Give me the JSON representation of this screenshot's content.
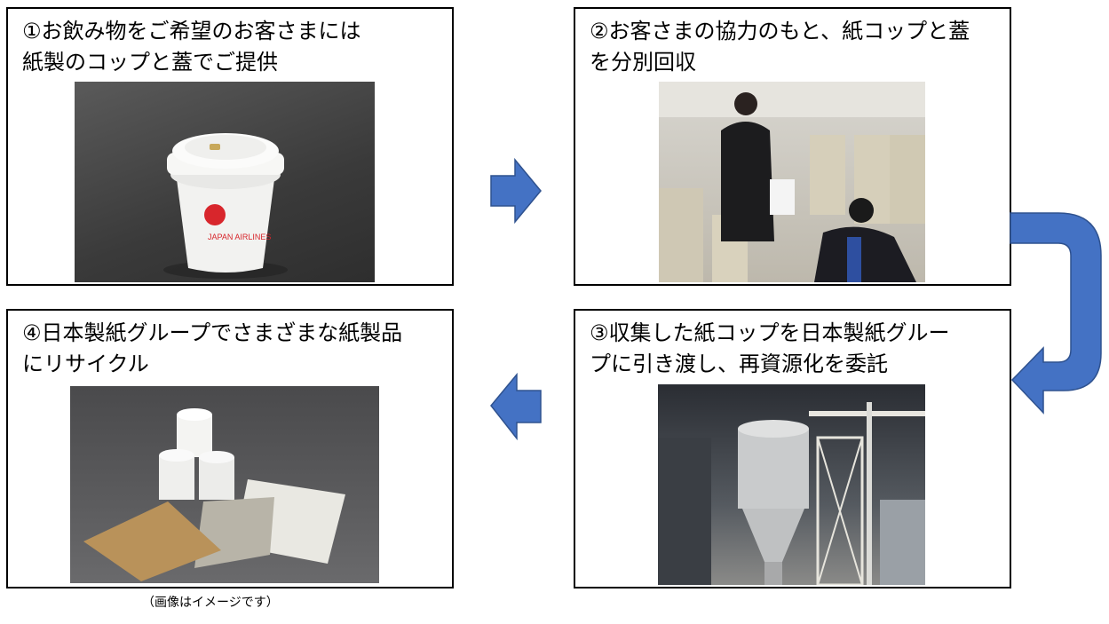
{
  "steps": [
    {
      "title": "①お飲み物をご希望のお客さまには\n紙製のコップと蓋でご提供",
      "photo": "paper-cup-with-lid"
    },
    {
      "title": "②お客さまの協力のもと、紙コップと蓋\nを分別回収",
      "photo": "cabin-attendant-collecting-cups"
    },
    {
      "title": "③収集した紙コップを日本製紙グルー\nプに引き渡し、再資源化を委託",
      "photo": "recycling-plant"
    },
    {
      "title": "④日本製紙グループでさまざまな紙製品\nにリサイクル",
      "photo": "recycled-paper-products"
    }
  ],
  "cup_brand": "JAPAN AIRLINES",
  "caption": "（画像はイメージです）",
  "colors": {
    "arrow": "#4472C4",
    "arrow_border": "#2F528F"
  }
}
